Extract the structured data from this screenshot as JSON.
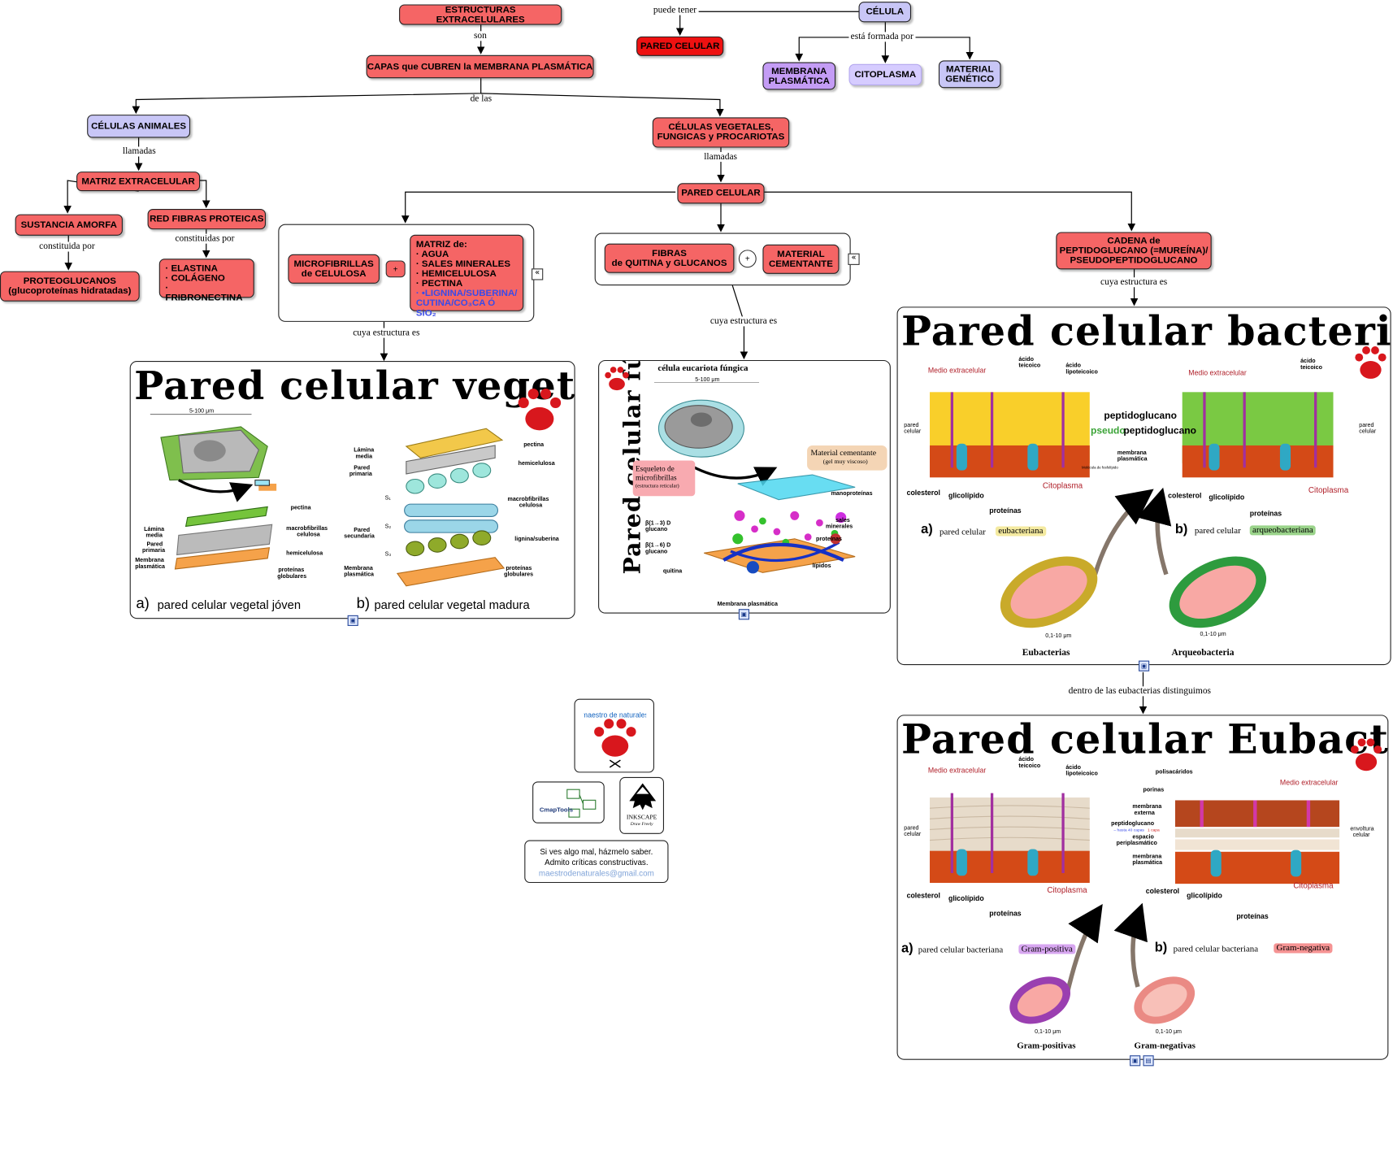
{
  "concepts": {
    "estructuras": "ESTRUCTURAS EXTRACELULARES",
    "capas": "CAPAS que CUBREN la MEMBRANA PLASMÁTICA",
    "celula": "CÉLULA",
    "pared_top": "PARED CELULAR",
    "membrana": [
      "MEMBRANA",
      "PLASMÁTICA"
    ],
    "citoplasma": "CITOPLASMA",
    "material": [
      "MATERIAL",
      "GENÉTICO"
    ],
    "animales": "CÉLULAS ANIMALES",
    "vegetales": [
      "CÉLULAS VEGETALES,",
      "FUNGICAS y PROCARIOTAS"
    ],
    "matriz": "MATRIZ EXTRACELULAR",
    "sustancia": "SUSTANCIA AMORFA",
    "red_fibras": "RED FIBRAS PROTEICAS",
    "proteoglucanos": [
      "PROTEOGLUCANOS",
      "(glucoproteínas hidratadas)"
    ],
    "fibras_list": [
      "· ELASTINA",
      "· COLÁGENO",
      "· FRIBRONECTINA"
    ],
    "pared_mid": "PARED CELULAR",
    "microfibrillas": [
      "MICROFIBRILLAS",
      "de CELULOSA"
    ],
    "matriz_de_title": "MATRIZ de:",
    "matriz_de_items": [
      "· AGUA",
      "· SALES MINERALES",
      "· HEMICELULOSA",
      "· PECTINA"
    ],
    "matriz_de_blue": [
      "· •LIGNINA/SUBERINA/",
      "CUTINA/CO₃CA Ó SiO₂"
    ],
    "fibras_quitina": [
      "FIBRAS",
      "de QUITINA y GLUCANOS"
    ],
    "material_cementante": [
      "MATERIAL",
      "CEMENTANTE"
    ],
    "cadena": [
      "CADENA de",
      "PEPTIDOGLUCANO (=MUREÍNA)/",
      "PSEUDOPEPTIDOGLUCANO"
    ],
    "plus": "+"
  },
  "links": {
    "son": "son",
    "puede_tener": "puede tener",
    "esta_formada_por": "está formada por",
    "de_las": "de las",
    "llamadas1": "llamadas",
    "llamadas2": "llamadas",
    "constituida_por": "constituida por",
    "constituidas_por": "constituidas por",
    "cuya1": "cuya estructura es",
    "cuya2": "cuya estructura es",
    "cuya3": "cuya estructura es",
    "dentro": "dentro de las eubacterias distinguimos"
  },
  "panels": {
    "vegetal": {
      "title": "Pared celular vegetal",
      "cap_a_letter": "a)",
      "cap_a": "pared celular vegetal jóven",
      "cap_b_letter": "b)",
      "cap_b": "pared celular vegetal madura",
      "scale": "5-100 μm",
      "labels_a": [
        "pectina",
        "macrobfibrillas",
        "celulosa",
        "hemicelulosa",
        "proteínas",
        "globulares",
        "Lámina",
        "media",
        "Pared",
        "primaria",
        "Membrana",
        "plasmática"
      ],
      "labels_b": [
        "pectina",
        "hemicelulosa",
        "macrobfibrillas",
        "celulosa",
        "lignina/suberina",
        "proteínas",
        "globulares",
        "Lámina",
        "media",
        "Pared",
        "primaria",
        "Pared",
        "secundaria",
        "Membrana",
        "plasmática",
        "S₁",
        "S₂",
        "S₃"
      ]
    },
    "fungica": {
      "title": "Pared celular fúngica",
      "cell_label": "célula eucariota fúngica",
      "scale": "5-100 μm",
      "esqueleto": [
        "Esqueleto de",
        "microfibrillas",
        "(estructura reticular)"
      ],
      "cementante": [
        "Material cementante",
        "(gel muy viscoso)"
      ],
      "labels": [
        "manoproteínas",
        "β(1→3) D",
        "glucano",
        "β(1→6) D",
        "glucano",
        "sales",
        "minerales",
        "proteínas",
        "quitina",
        "lípidos",
        "Membrana plasmática"
      ]
    },
    "bacteriana": {
      "title": "Pared celular bacteriana",
      "medio": "Medio extracelular",
      "acido_teicoico": [
        "ácido",
        "teicoico"
      ],
      "acido_lipo": [
        "ácido",
        "lipoteicoico"
      ],
      "pared": [
        "pared",
        "celular"
      ],
      "peptidoglucano": "peptidoglucano",
      "pseudo": "pseudo",
      "pseudo_rest": "peptidoglucano",
      "membrana": [
        "membrana",
        "plasmática"
      ],
      "colesterol": "colesterol",
      "glicolipido": "glicolípido",
      "proteinas": "proteínas",
      "citoplasma": "Citoplasma",
      "a_letter": "a)",
      "a_text": "pared celular",
      "a_hl": "eubacteriana",
      "b_letter": "b)",
      "b_text": "pared celular",
      "b_hl": "arqueobacteriana",
      "scale": "0,1-10 μm",
      "eu_label": "Eubacterias",
      "arq_label": "Arqueobacteria",
      "molecula": "Molécula de fosfolípido"
    },
    "eubacteriana": {
      "title": "Pared celular Eubacteriana",
      "medio": "Medio extracelular",
      "acido_teicoico": [
        "ácido",
        "teicoico"
      ],
      "acido_lipo": [
        "ácido",
        "lipoteicoico"
      ],
      "pared": [
        "pared",
        "celular"
      ],
      "colesterol": "colesterol",
      "glicolipido": "glicolípido",
      "proteinas": "proteínas",
      "citoplasma": "Citoplasma",
      "polisacaridos": "polisacáridos",
      "porinas": "porinas",
      "membrana_externa": [
        "membrana",
        "externa"
      ],
      "peptidoglucano": "peptidoglucano",
      "peptido_sub_a": "– hasta 40 capas",
      "peptido_sub_b": "1 capa",
      "espacio": [
        "espacio",
        "periplasmático"
      ],
      "membrana_plasmatica": [
        "membrana",
        "plasmática"
      ],
      "envoltura": [
        "envoltura",
        "celular"
      ],
      "a_letter": "a)",
      "a_text": "pared celular bacteriana",
      "a_hl": "Gram-positiva",
      "b_letter": "b)",
      "b_text": "pared celular bacteriana",
      "b_hl": "Gram-negativa",
      "scale": "0,1-10 μm",
      "gp_label": "Gram-positivas",
      "gn_label": "Gram-negativas"
    }
  },
  "branding": {
    "maestro_top": "maestro de naturales",
    "cmap": "CmapTools",
    "inkscape": "INKSCAPE",
    "inkscape_sub": "Draw Freely",
    "contact_1": "Si ves algo mal, házmelo saber.",
    "contact_2": "Admito críticas constructivas.",
    "email": "maestrodenaturales@gmail.com"
  },
  "colors": {
    "concept_red": "#f56565",
    "concept_bright_red": "#ee1111",
    "concept_lavender": "#c8c6f6",
    "concept_purple": "#c49cf5",
    "link_blue": "#4b5cf0",
    "highlight_yellow": "#f4eaa0",
    "highlight_green": "#9ad38a",
    "highlight_purple": "#d7a6f0",
    "highlight_red": "#f59393"
  }
}
